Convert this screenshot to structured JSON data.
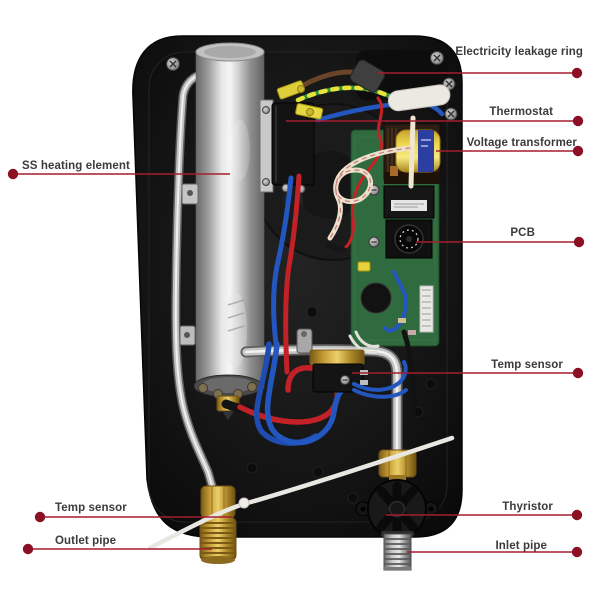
{
  "labels": {
    "left": [
      {
        "text": "SS heating element"
      },
      {
        "text": "Temp sensor"
      },
      {
        "text": "Outlet pipe"
      }
    ],
    "right": [
      {
        "text": "Electricity leakage ring"
      },
      {
        "text": "Thermostat"
      },
      {
        "text": "Voltage transformer"
      },
      {
        "text": "PCB"
      },
      {
        "text": "Temp sensor"
      },
      {
        "text": "Thyristor"
      },
      {
        "text": "Inlet pipe"
      }
    ]
  },
  "colors": {
    "annotation_line": "#a51c30",
    "annotation_dot": "#8c1023",
    "label_text": "#3b3b3b",
    "case_black": "#141414",
    "pcb_green": "#2f6b3e",
    "brass": "#d9b44a",
    "wire_red": "#c22227",
    "wire_blue": "#2456c0",
    "wire_ground_green": "#2f8f3a",
    "wire_ground_yellow": "#e8e23c",
    "coil_yellow": "#ecd84e",
    "steel": "#d8d8d8"
  }
}
